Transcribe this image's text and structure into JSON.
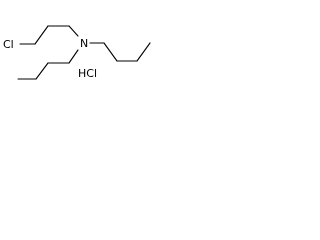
{
  "molecule": {
    "atoms": {
      "chlorine": "Cl",
      "nitrogen": "N"
    },
    "salt": "HCl"
  }
}
